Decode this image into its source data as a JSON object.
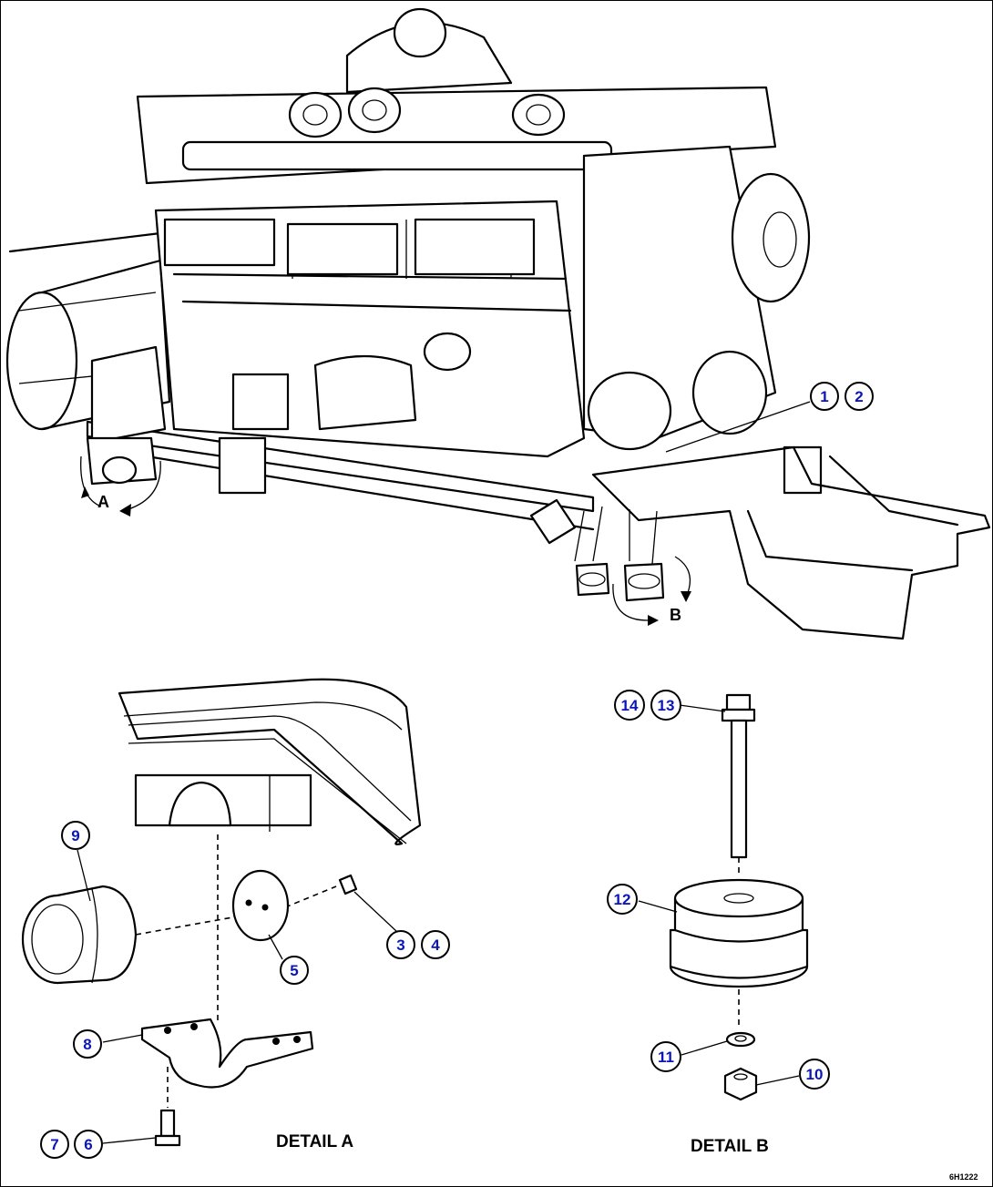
{
  "callouts": {
    "c1": "1",
    "c2": "2",
    "c3": "3",
    "c4": "4",
    "c5": "5",
    "c6": "6",
    "c7": "7",
    "c8": "8",
    "c9": "9",
    "c10": "10",
    "c11": "11",
    "c12": "12",
    "c13": "13",
    "c14": "14"
  },
  "view_labels": {
    "a": "A",
    "b": "B"
  },
  "detail_labels": {
    "a": "DETAIL A",
    "b": "DETAIL B"
  },
  "drawing_code": "6H1222",
  "colors": {
    "callout_text": "#0b16b8",
    "line": "#000000",
    "background": "#ffffff"
  }
}
